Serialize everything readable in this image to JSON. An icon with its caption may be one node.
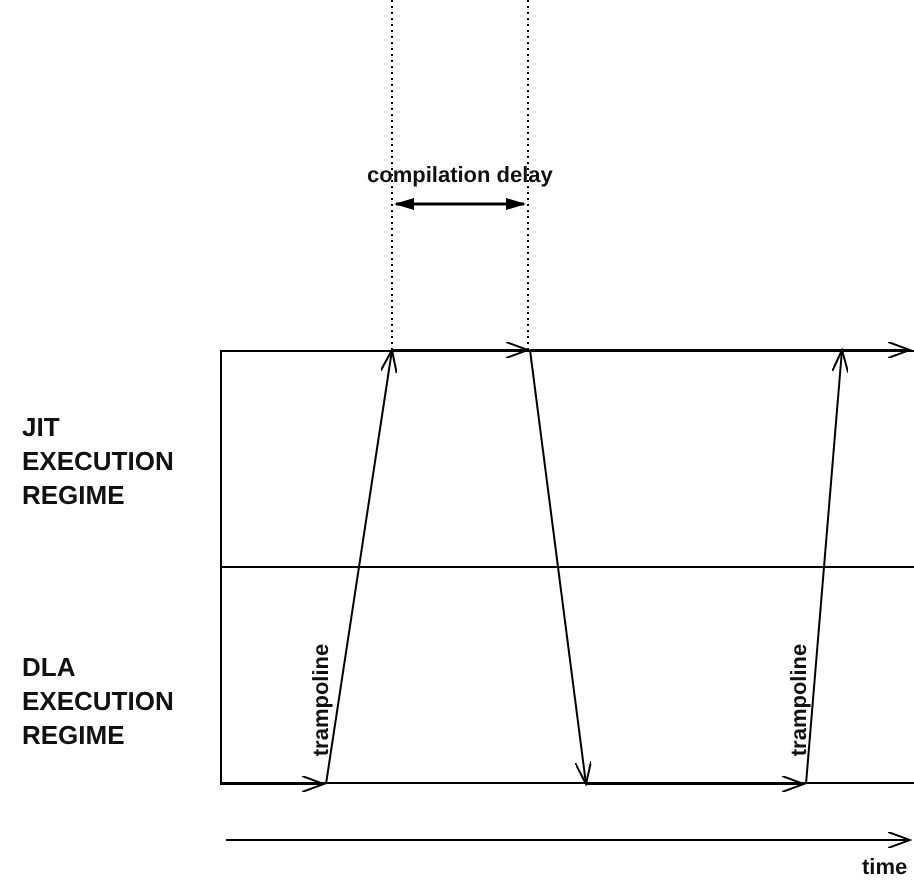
{
  "diagram": {
    "nodes": [
      {
        "text": [
          "JIT EXECUTION REGIME"
        ]
      },
      {
        "text": [
          "DLA EXECUTION REGIME"
        ]
      }
    ],
    "edges": [
      {
        "from": 1,
        "to": 0,
        "arrow": "to",
        "label": "trampoline"
      },
      {
        "from": 0,
        "to": 1,
        "arrow": "to"
      },
      {
        "from": 1,
        "to": 0,
        "arrow": "to",
        "label": "trampoline"
      }
    ],
    "labels": [
      "compilation delay",
      "time"
    ]
  }
}
